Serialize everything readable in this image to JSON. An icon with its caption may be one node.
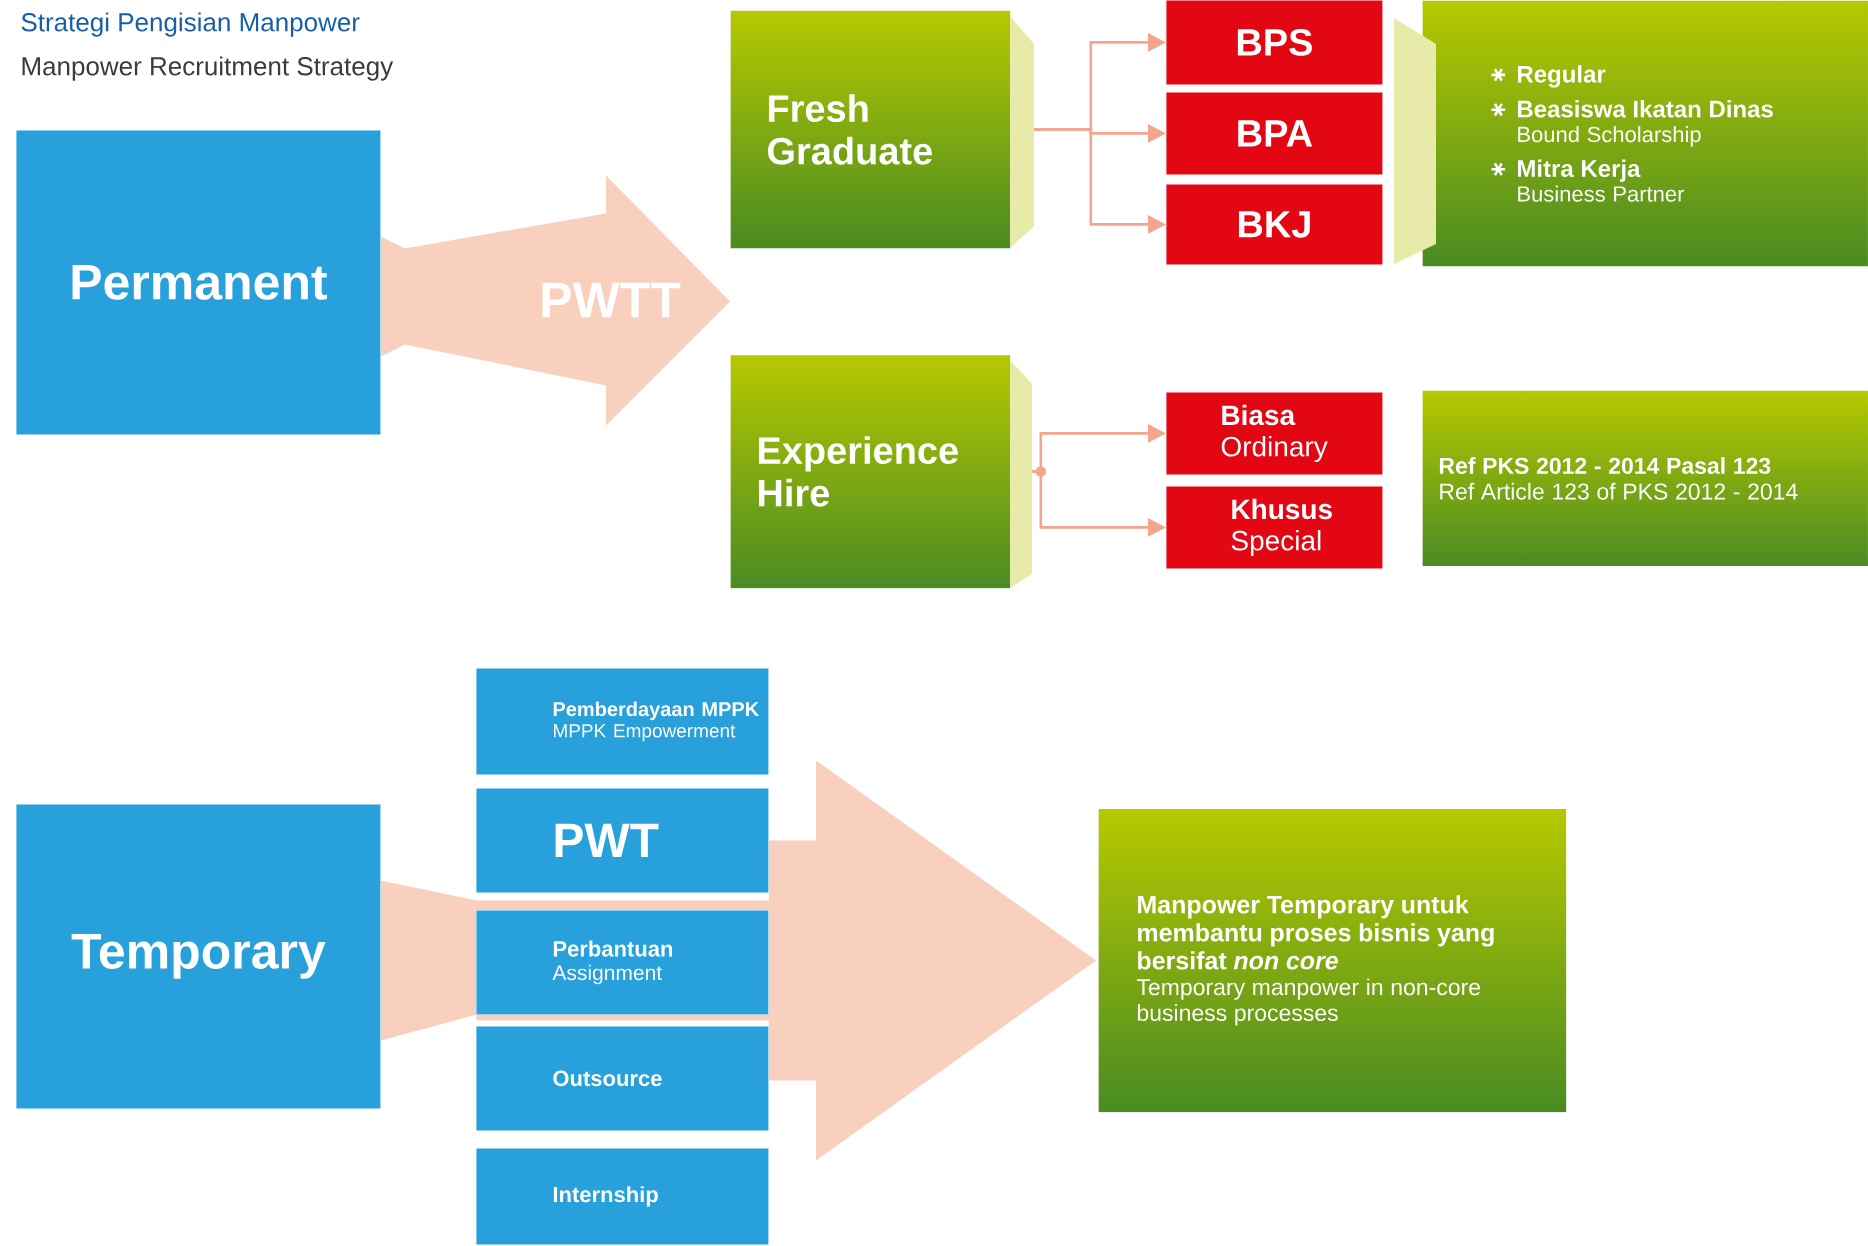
{
  "diagram": {
    "title": "Strategi Pengisian Manpower",
    "labels": [
      "Manpower Recruitment Strategy"
    ],
    "nodes": [
      {
        "text": [
          "Permanent"
        ]
      },
      {
        "text": [
          "Fresh Graduate"
        ]
      },
      {
        "text": [
          "BPS"
        ]
      },
      {
        "text": [
          "BPA"
        ]
      },
      {
        "text": [
          "BKJ"
        ]
      },
      {
        "text": [
          "Regular",
          "Beasiswa Ikatan Dinas",
          "Bound Scholarship",
          "Mitra Kerja",
          "Business Partner"
        ]
      },
      {
        "text": [
          "Experience Hire"
        ]
      },
      {
        "text": [
          "Biasa",
          "Ordinary"
        ]
      },
      {
        "text": [
          "Khusus",
          "Special"
        ]
      },
      {
        "text": [
          "Ref PKS 2012 - 2014 Pasal 123",
          "Ref Article 123 of PKS 2012 - 2014"
        ]
      },
      {
        "text": [
          "Temporary"
        ]
      },
      {
        "text": [
          "Pemberdayaan MPPK",
          "MPPK Empowerment"
        ]
      },
      {
        "text": [
          "PWT"
        ]
      },
      {
        "text": [
          "Perbantuan",
          "Assignment"
        ]
      },
      {
        "text": [
          "Outsource"
        ]
      },
      {
        "text": [
          "Internship"
        ]
      },
      {
        "text": [
          "Manpower Temporary untuk membantu proses bisnis yang bersifat *non core*",
          "Temporary manpower in non-core business processes"
        ]
      }
    ],
    "edges": [
      {
        "from": 0,
        "to": 1,
        "arrow": "to",
        "label": "PWTT",
        "style": "thick",
        "color": "#f9cfbd"
      },
      {
        "from": 0,
        "to": 6,
        "arrow": "to",
        "style": "thick",
        "color": "#f9cfbd"
      },
      {
        "from": 1,
        "to": 2,
        "arrow": "to"
      },
      {
        "from": 1,
        "to": 3,
        "arrow": "to"
      },
      {
        "from": 1,
        "to": 4,
        "arrow": "to"
      },
      {
        "from": 6,
        "to": 7,
        "arrow": "to"
      },
      {
        "from": 6,
        "to": 8,
        "arrow": "to"
      },
      {
        "from": 10,
        "to": 16,
        "arrow": "to",
        "style": "thick",
        "color": "#f9cfbd"
      }
    ]
  }
}
